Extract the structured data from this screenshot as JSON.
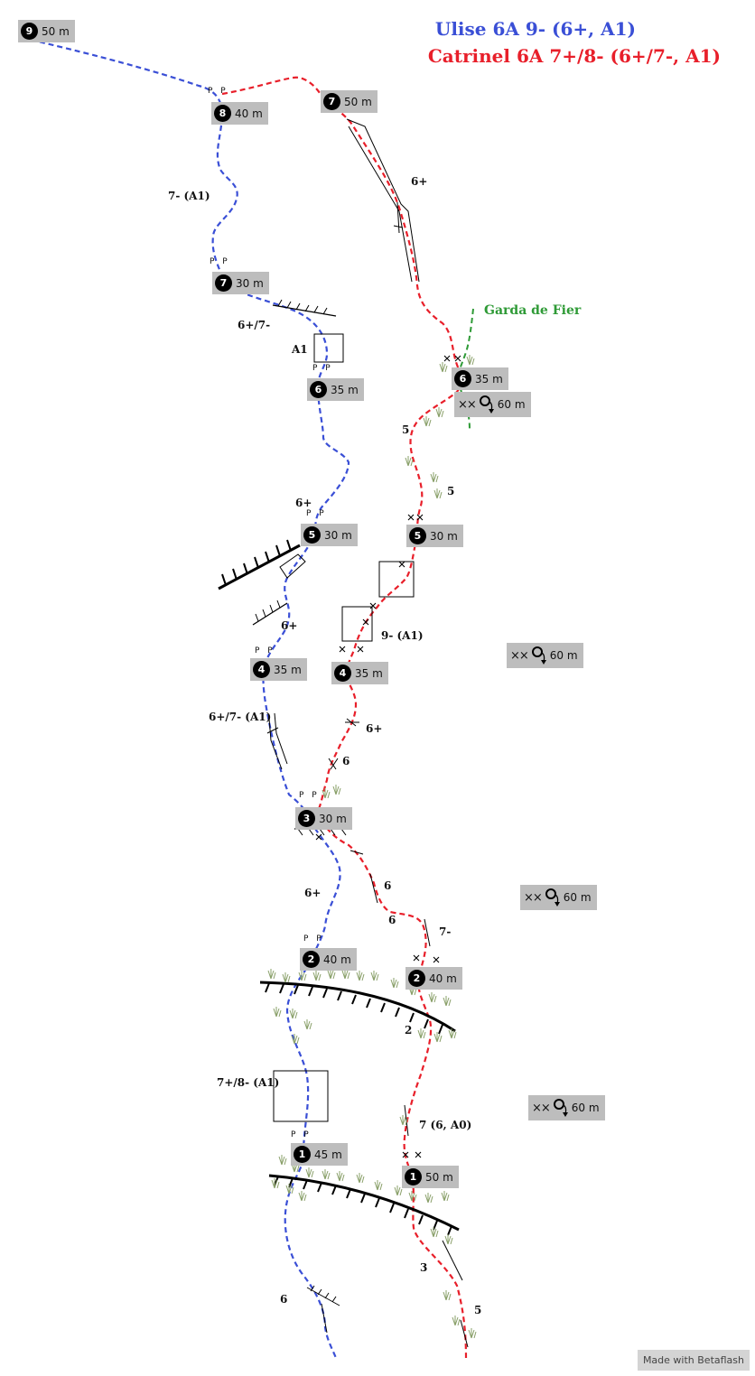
{
  "titles": {
    "route1": "Ulise 6A 9- (6+, A1)",
    "route2": "Catrinel 6A 7+/8- (6+/7-, A1)"
  },
  "colors": {
    "route1": "#3a4fd6",
    "route2": "#e81f2a",
    "garda": "#2e9a36",
    "belay_bg": "#bdbdbd"
  },
  "route1_belays": [
    {
      "num": "9",
      "len": "50 m"
    },
    {
      "num": "8",
      "len": "40 m"
    },
    {
      "num": "7",
      "len": "30 m"
    },
    {
      "num": "6",
      "len": "35 m"
    },
    {
      "num": "5",
      "len": "30 m"
    },
    {
      "num": "4",
      "len": "35 m"
    },
    {
      "num": "3",
      "len": "30 m"
    },
    {
      "num": "2",
      "len": "40 m"
    },
    {
      "num": "1",
      "len": "45 m"
    }
  ],
  "route2_belays": [
    {
      "num": "7",
      "len": "50 m"
    },
    {
      "num": "6",
      "len": "35 m"
    },
    {
      "num": "5",
      "len": "30 m"
    },
    {
      "num": "4",
      "len": "35 m"
    },
    {
      "num": "2",
      "len": "40 m"
    },
    {
      "num": "1",
      "len": "50 m"
    }
  ],
  "rappels": [
    {
      "marks": "××",
      "len": "60 m"
    },
    {
      "marks": "××",
      "len": "60 m"
    },
    {
      "marks": "××",
      "len": "60 m"
    },
    {
      "marks": "××",
      "len": "60 m"
    }
  ],
  "pitch_grades": {
    "g_7a1": "7- (A1)",
    "g_67_top": "6+/7-",
    "g_a1": "A1",
    "g_6plus_a": "6+",
    "g_6plus_b": "6+",
    "g_67a1": "6+/7- (A1)",
    "g_6plus_c": "6+",
    "g_78a1": "7+/8- (A1)",
    "g_6_bottom": "6",
    "g_r2_6plus_top": "6+",
    "g_r2_5a": "5",
    "g_r2_5b": "5",
    "g_r2_9a1": "9- (A1)",
    "g_r2_6plus_mid": "6+",
    "g_r2_6a": "6",
    "g_r2_6b": "6",
    "g_r2_6c": "6",
    "g_r2_7minus": "7-",
    "g_r2_2": "2",
    "g_r2_7a0": "7 (6, A0)",
    "g_r2_3": "3",
    "g_r2_5c": "5"
  },
  "piton_label": "P P",
  "garda_label": "Garda de Fier",
  "credit": "Made with Betaflash"
}
